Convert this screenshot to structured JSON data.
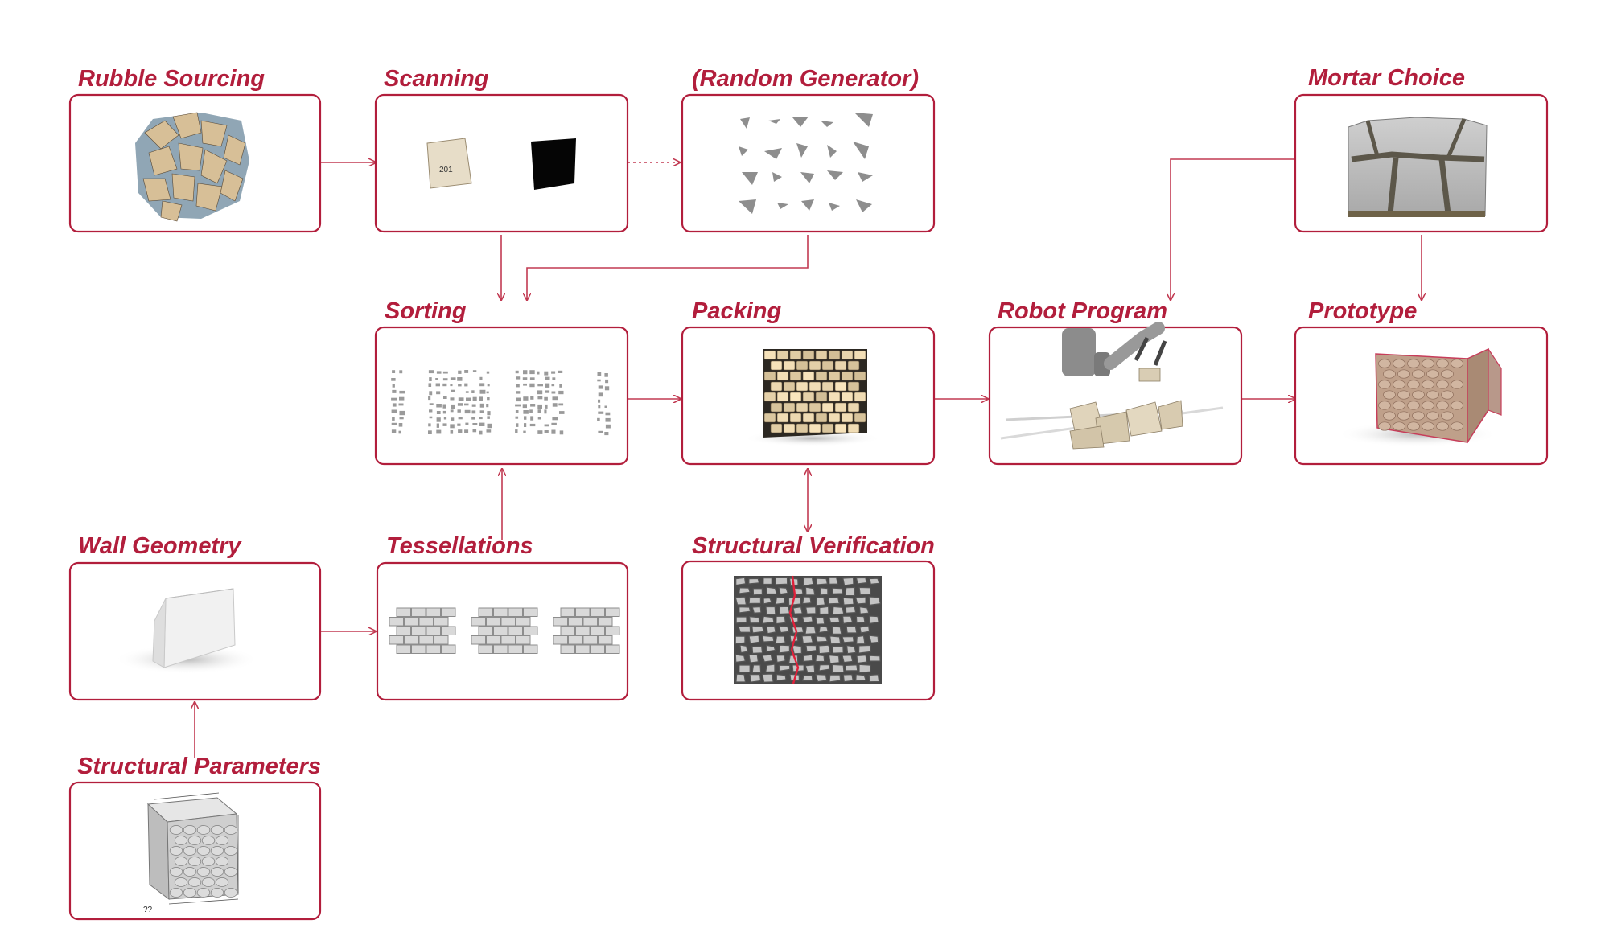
{
  "diagram": {
    "nodes": [
      {
        "id": "rubble",
        "label": "Rubble Sourcing"
      },
      {
        "id": "scanning",
        "label": "Scanning",
        "tag": "201"
      },
      {
        "id": "random",
        "label": "(Random Generator)"
      },
      {
        "id": "mortar",
        "label": "Mortar Choice"
      },
      {
        "id": "sorting",
        "label": "Sorting"
      },
      {
        "id": "packing",
        "label": "Packing"
      },
      {
        "id": "robot",
        "label": "Robot Program"
      },
      {
        "id": "prototype",
        "label": "Prototype"
      },
      {
        "id": "wall",
        "label": "Wall Geometry"
      },
      {
        "id": "tessellations",
        "label": "Tessellations"
      },
      {
        "id": "verification",
        "label": "Structural Verification"
      },
      {
        "id": "params",
        "label": "Structural Parameters",
        "dim_mark": "??"
      }
    ],
    "edges": [
      {
        "from": "rubble",
        "to": "scanning",
        "style": "solid"
      },
      {
        "from": "scanning",
        "to": "random",
        "style": "dotted"
      },
      {
        "from": "scanning",
        "to": "sorting",
        "style": "solid"
      },
      {
        "from": "random",
        "to": "sorting",
        "style": "solid"
      },
      {
        "from": "sorting",
        "to": "packing",
        "style": "solid"
      },
      {
        "from": "packing",
        "to": "robot",
        "style": "solid"
      },
      {
        "from": "robot",
        "to": "prototype",
        "style": "solid"
      },
      {
        "from": "mortar",
        "to": "robot",
        "style": "solid"
      },
      {
        "from": "mortar",
        "to": "prototype",
        "style": "solid"
      },
      {
        "from": "tessellations",
        "to": "sorting",
        "style": "solid"
      },
      {
        "from": "packing",
        "to": "verification",
        "style": "bidirectional"
      },
      {
        "from": "wall",
        "to": "tessellations",
        "style": "solid"
      },
      {
        "from": "params",
        "to": "wall",
        "style": "solid"
      }
    ]
  },
  "colors": {
    "accent": "#b21e3c",
    "connector": "#c23a52"
  }
}
